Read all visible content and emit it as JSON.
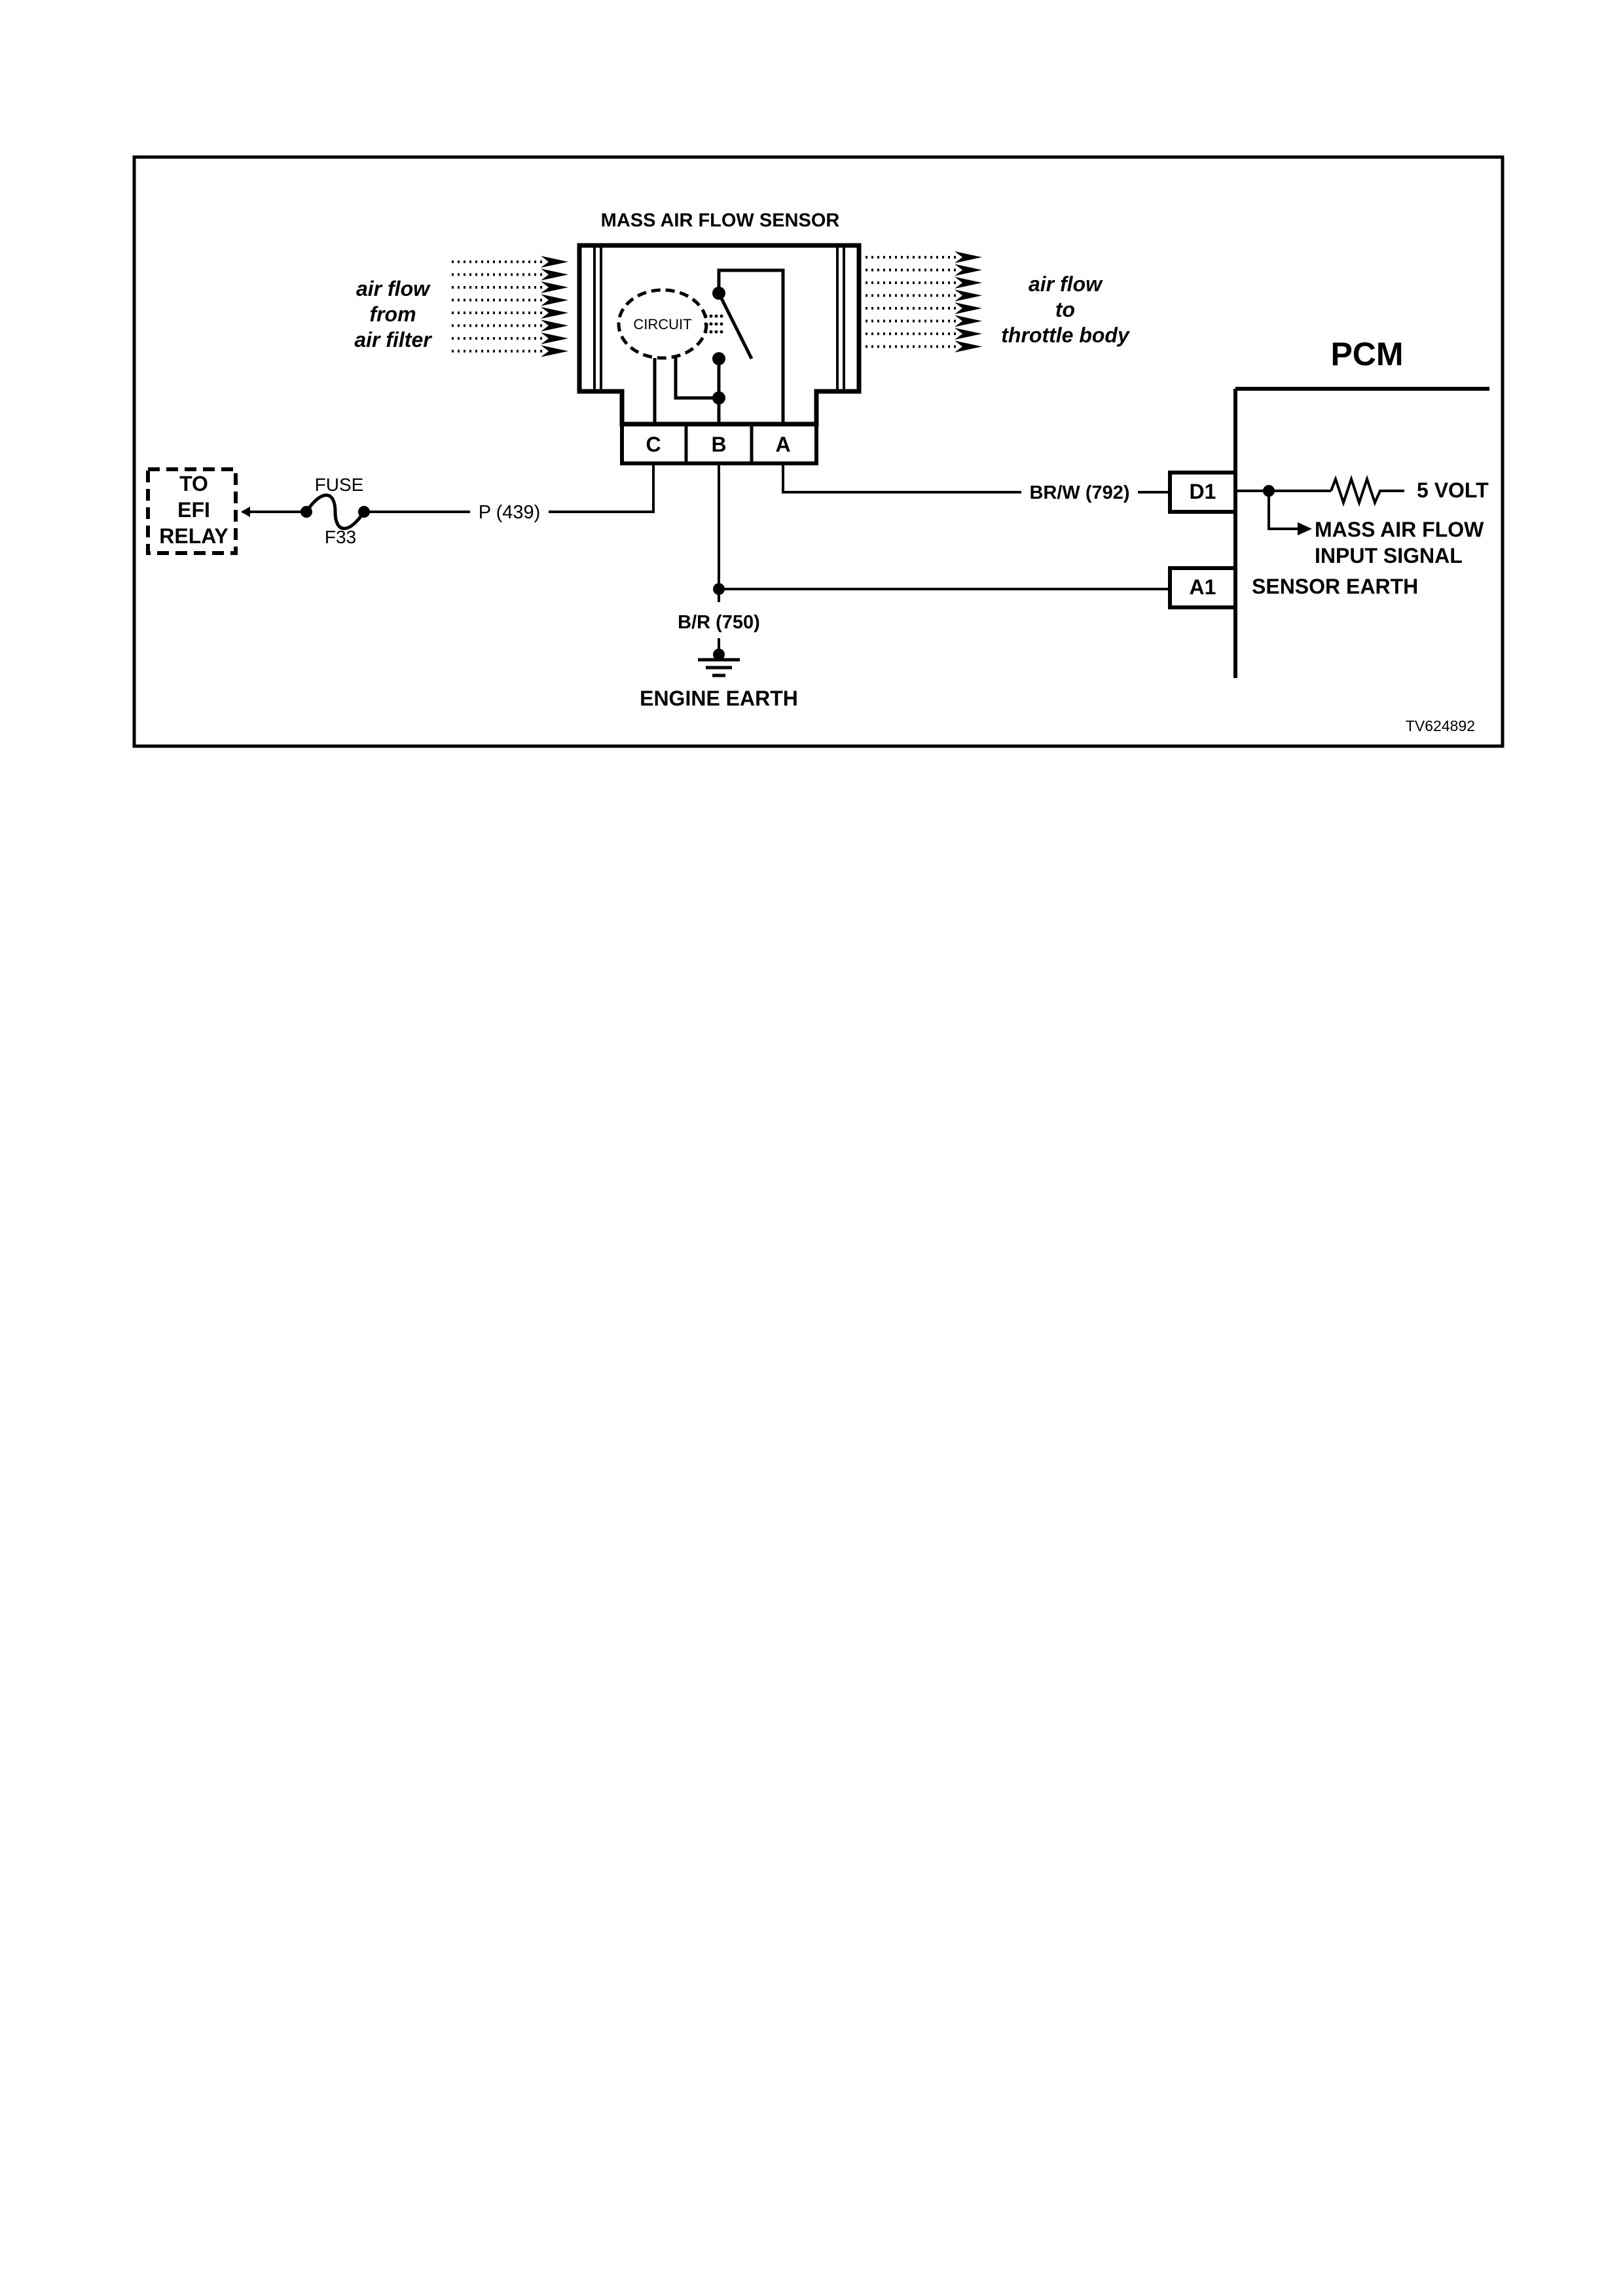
{
  "sensor": {
    "title": "MASS AIR FLOW SENSOR",
    "circuit_label": "CIRCUIT",
    "pins": [
      "C",
      "B",
      "A"
    ]
  },
  "airflow_in": [
    "air flow",
    "from",
    "air filter"
  ],
  "airflow_out": [
    "air flow",
    "to",
    "throttle body"
  ],
  "pcm": {
    "title": "PCM",
    "pin_d1": "D1",
    "pin_a1": "A1",
    "voltage": "5 VOLT",
    "signal": [
      "MASS AIR FLOW",
      "INPUT SIGNAL"
    ],
    "sensor_earth": "SENSOR EARTH"
  },
  "efi_relay": [
    "TO",
    "EFI",
    "RELAY"
  ],
  "fuse": {
    "label": "FUSE",
    "id": "F33"
  },
  "wires": {
    "p": "P (439)",
    "brw": "BR/W (792)",
    "br": "B/R (750)"
  },
  "engine_earth": "ENGINE EARTH",
  "figure_id": "TV624892"
}
